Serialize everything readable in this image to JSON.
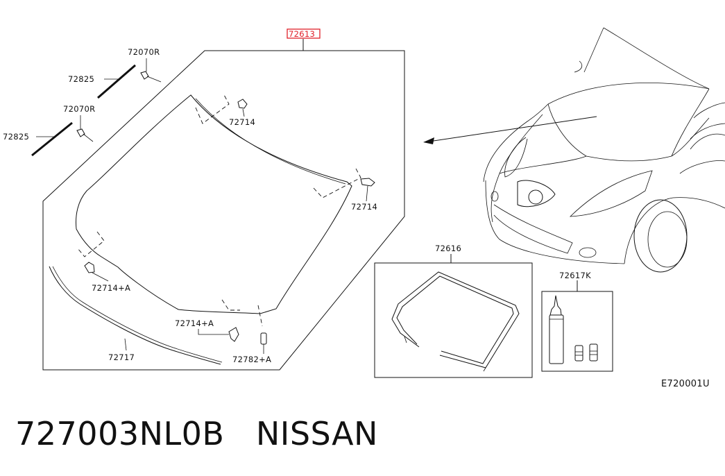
{
  "diagram": {
    "main_part_label": "72613",
    "labels": {
      "wiper_bracket_r_top": "72070R",
      "wiper_rail_top": "72825",
      "wiper_bracket_r_mid": "72070R",
      "wiper_rail_mid": "72825",
      "clip_top_left": "72714",
      "clip_top_right": "72714",
      "clip_left": "72714+A",
      "clip_bottom": "72714+A",
      "molding": "72717",
      "spacer": "72782+A",
      "weatherstrip": "72616",
      "sealant_kit": "72617K",
      "diagram_code": "E720001U"
    },
    "main_part_highlight_color": "#e0202a"
  },
  "footer": {
    "part_number": "727003NL0B",
    "brand": "NISSAN"
  }
}
